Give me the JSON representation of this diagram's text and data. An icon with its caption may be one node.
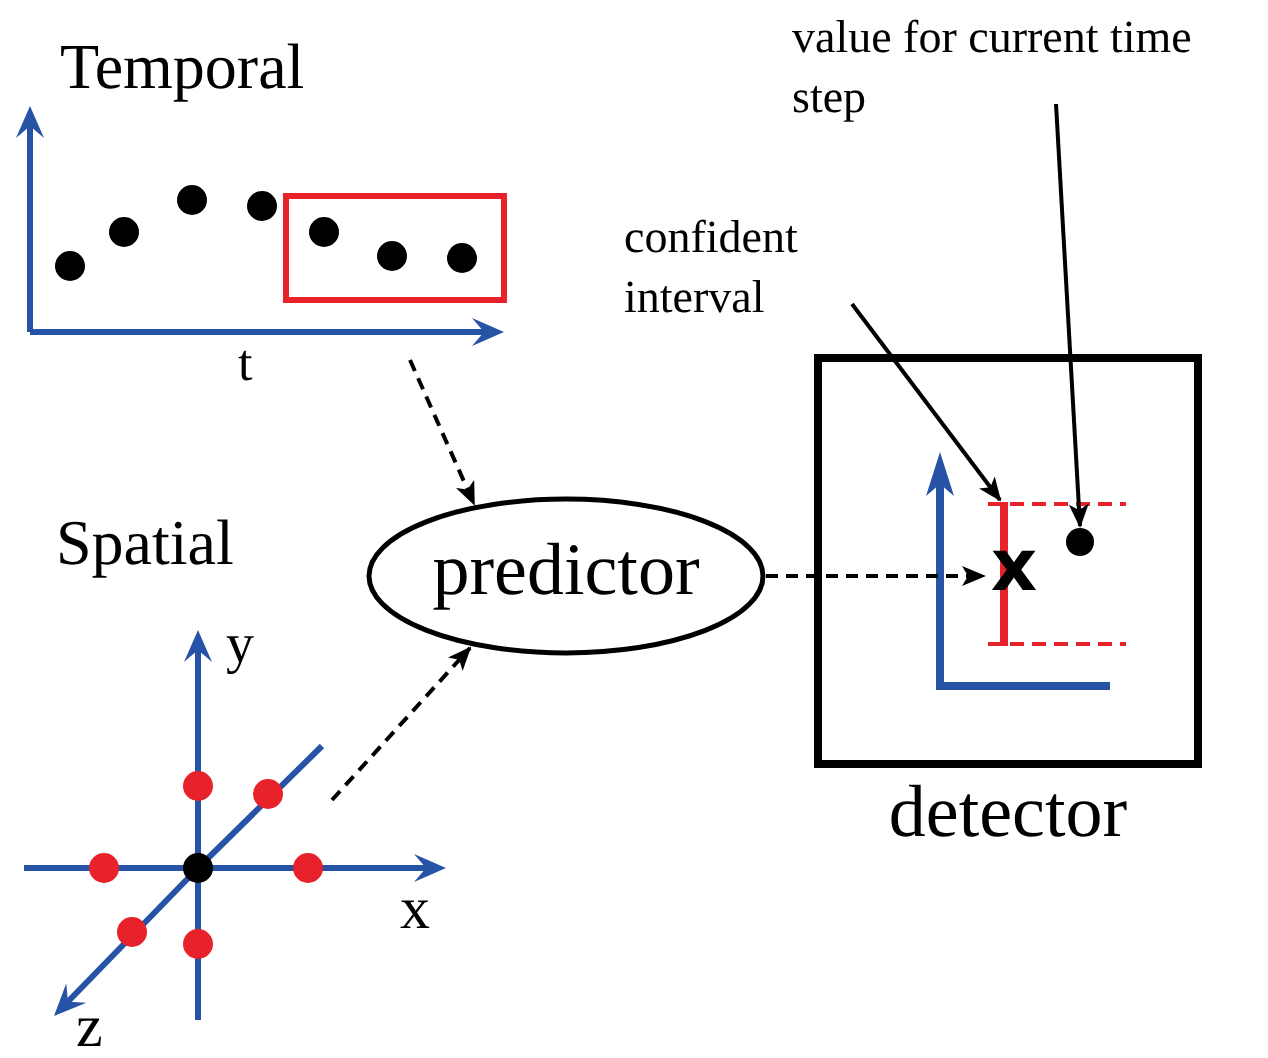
{
  "diagram": {
    "nodes": [
      {
        "text": [
          "Temporal",
          "t"
        ]
      },
      {
        "text": [
          "Spatial",
          "y",
          "x",
          "z"
        ]
      },
      {
        "text": [
          "predictor"
        ]
      },
      {
        "text": [
          "detector"
        ]
      },
      {
        "text": [
          "x"
        ],
        "in": 3
      },
      {
        "text": [
          "confident interval"
        ]
      },
      {
        "text": [],
        "shape": "bar",
        "in": 3
      },
      {
        "text": [
          "value for current time step"
        ]
      },
      {
        "text": [],
        "shape": "circle",
        "in": 3
      }
    ],
    "edges": [
      {
        "from": 0,
        "to": 2,
        "arrow": "to",
        "style": "dashed"
      },
      {
        "from": 1,
        "to": 2,
        "arrow": "to",
        "style": "dashed"
      },
      {
        "from": 2,
        "to": 4,
        "arrow": "to",
        "style": "dashed"
      },
      {
        "from": 5,
        "to": 6,
        "arrow": "to"
      },
      {
        "from": 7,
        "to": 8,
        "arrow": "to"
      }
    ]
  }
}
